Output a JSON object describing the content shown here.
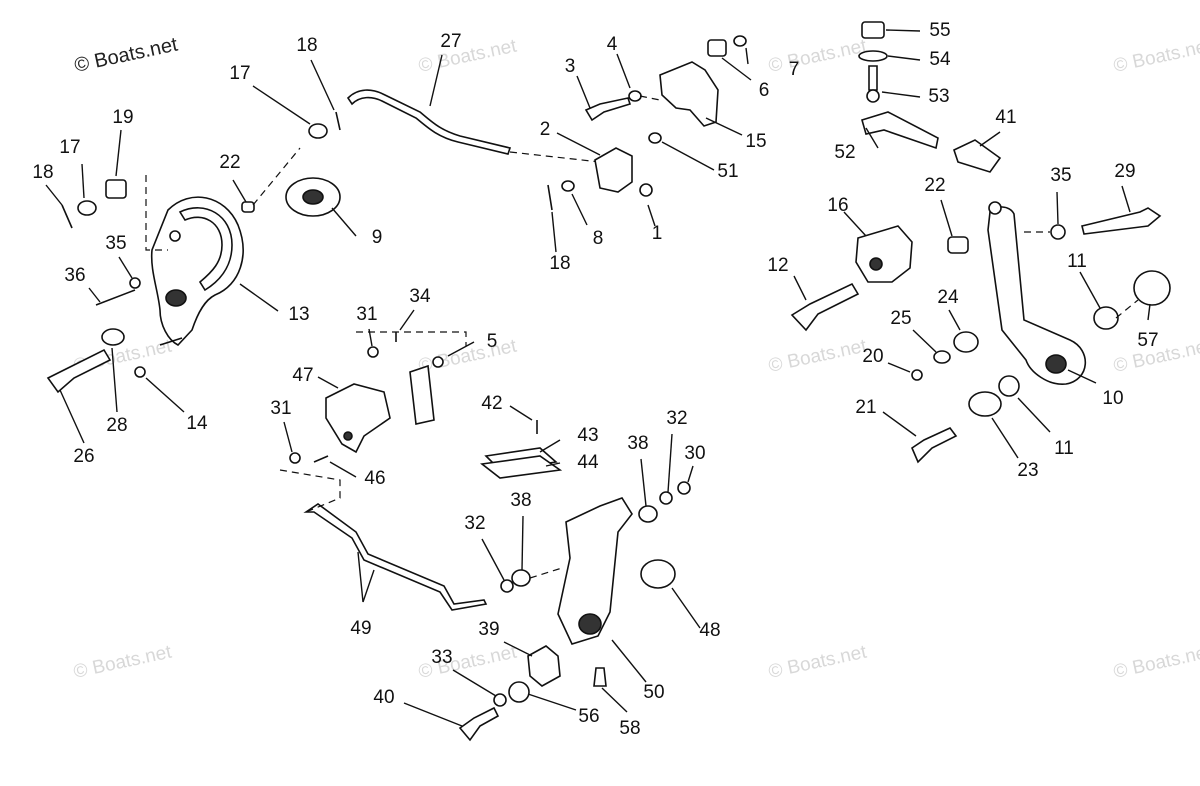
{
  "watermark": {
    "main": "© Boats.net",
    "faded": "© Boats.net"
  },
  "callouts": [
    "1",
    "2",
    "3",
    "4",
    "5",
    "6",
    "7",
    "8",
    "9",
    "10",
    "11",
    "11",
    "12",
    "13",
    "14",
    "15",
    "16",
    "17",
    "17",
    "18",
    "18",
    "18",
    "19",
    "20",
    "21",
    "22",
    "22",
    "23",
    "24",
    "25",
    "26",
    "27",
    "28",
    "29",
    "30",
    "31",
    "31",
    "32",
    "32",
    "33",
    "34",
    "35",
    "35",
    "36",
    "38",
    "38",
    "39",
    "40",
    "41",
    "42",
    "43",
    "44",
    "46",
    "47",
    "48",
    "49",
    "50",
    "51",
    "52",
    "53",
    "54",
    "55",
    "56",
    "57",
    "58"
  ]
}
